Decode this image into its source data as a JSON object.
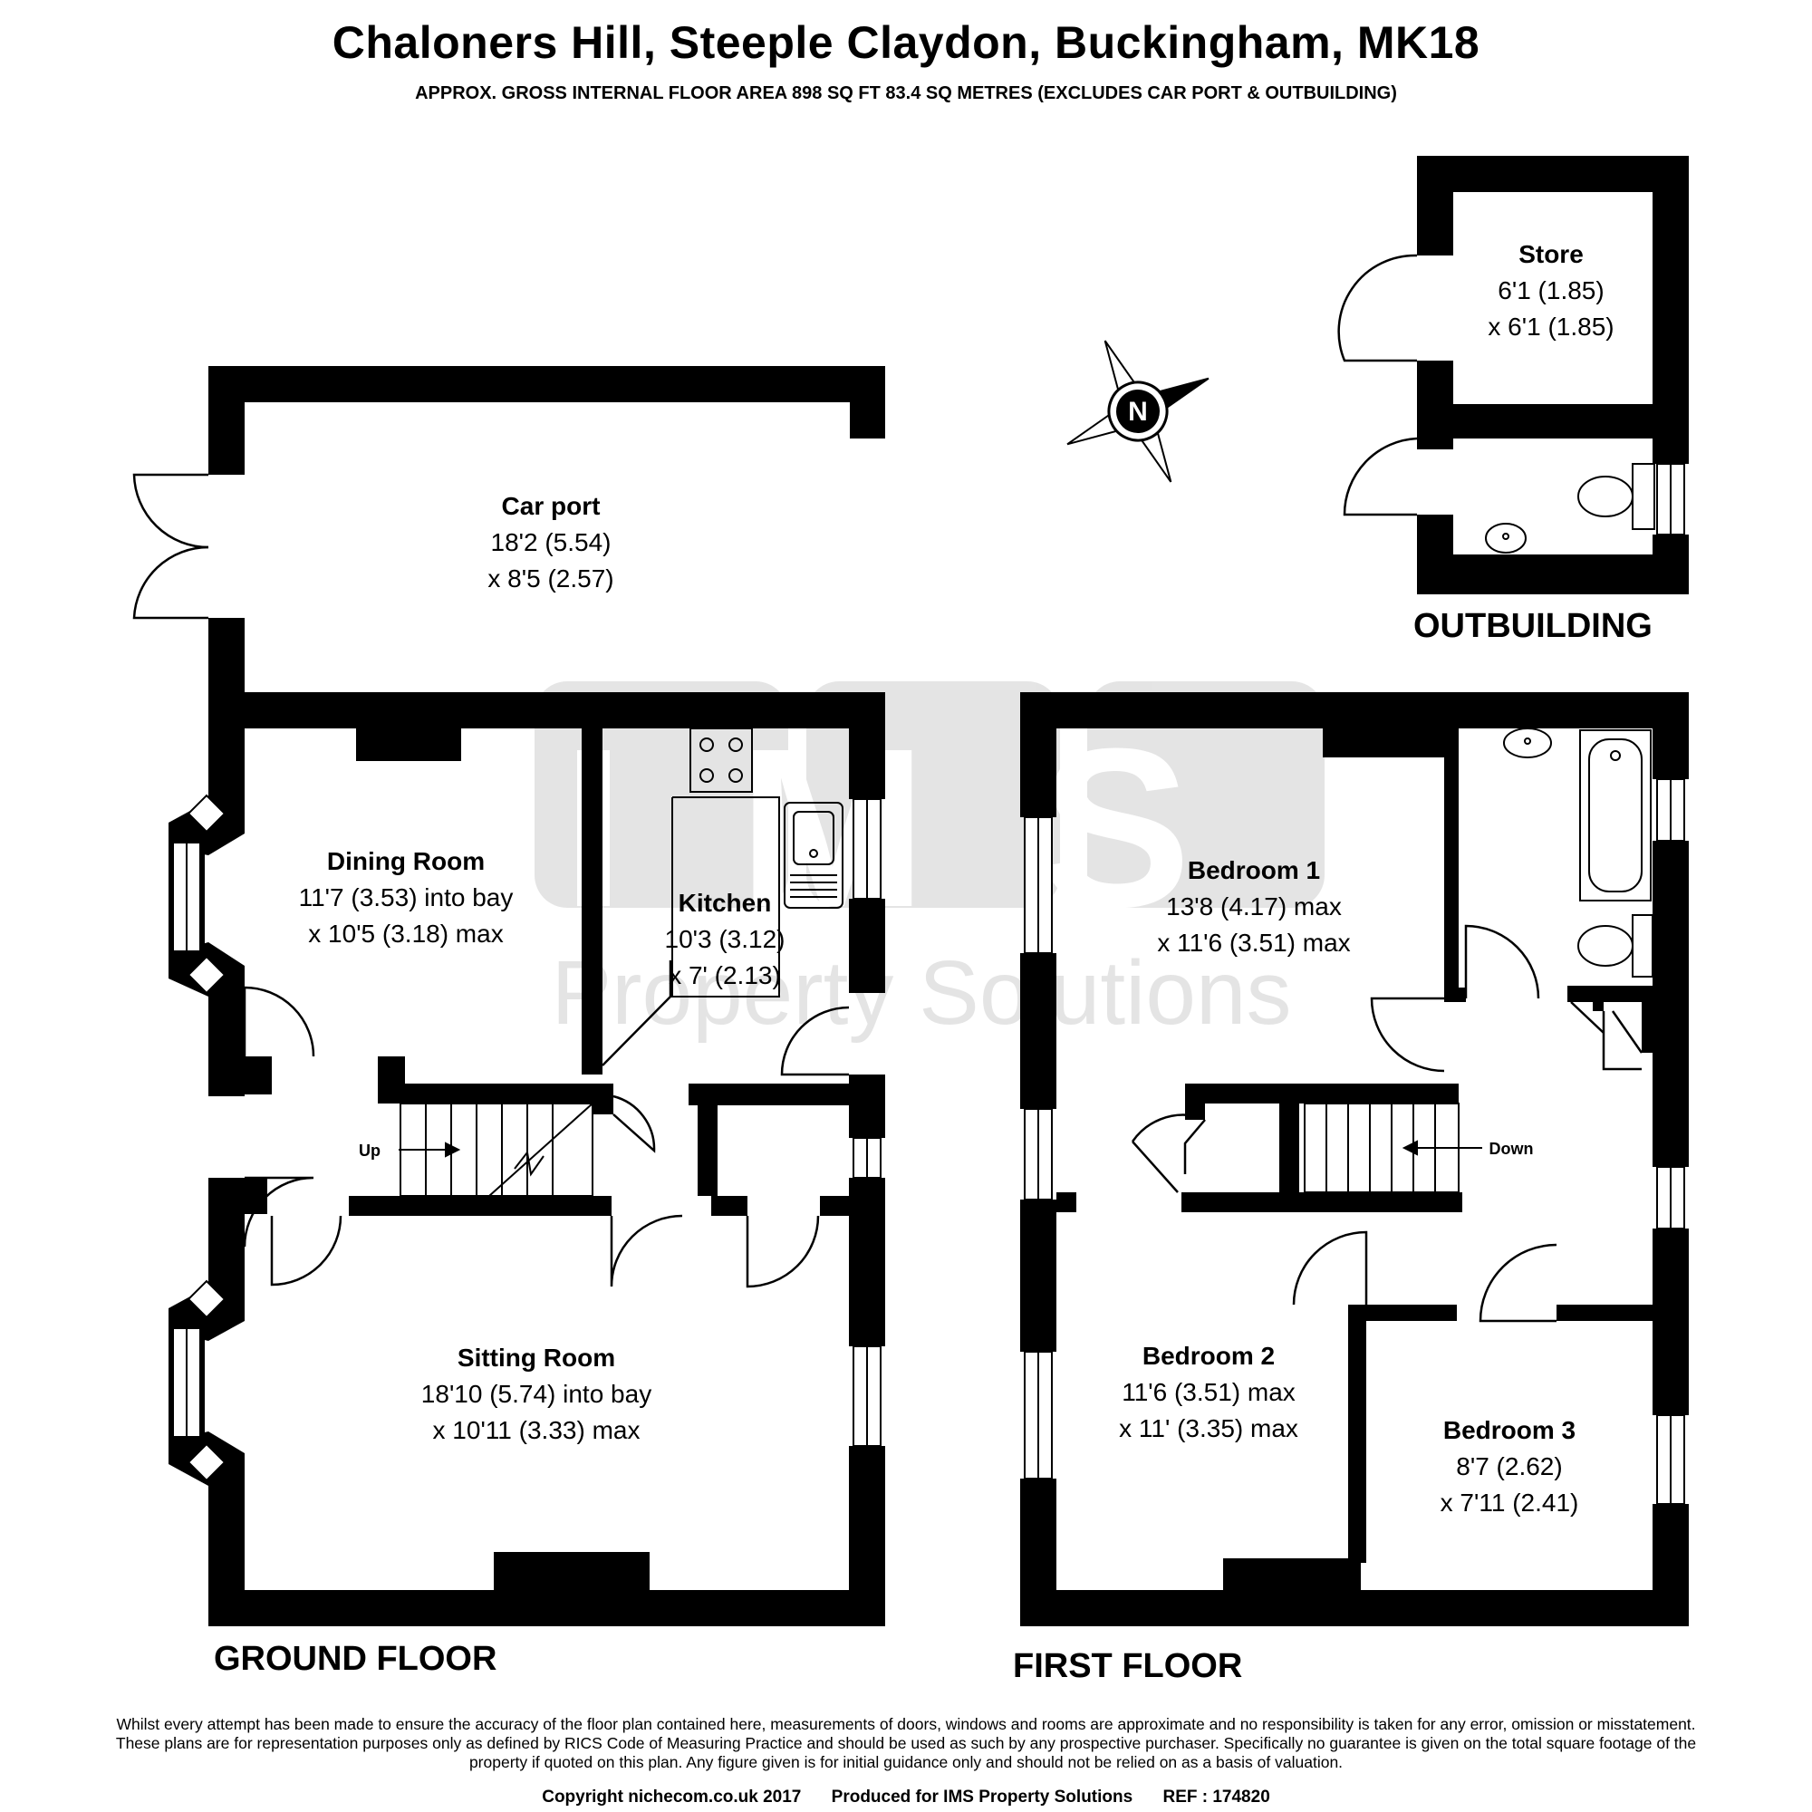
{
  "title": "Chaloners Hill, Steeple Claydon, Buckingham, MK18",
  "subtitle": "APPROX. GROSS INTERNAL FLOOR AREA 898 SQ FT 83.4 SQ METRES (EXCLUDES CAR PORT & OUTBUILDING)",
  "watermark": {
    "logo": "IMS",
    "text": "Property Solutions"
  },
  "floors": {
    "ground": "GROUND FLOOR",
    "first": "FIRST FLOOR",
    "outbuilding": "OUTBUILDING"
  },
  "rooms": {
    "carport": {
      "name": "Car port",
      "dim1": "18'2 (5.54)",
      "dim2": "x 8'5 (2.57)"
    },
    "dining": {
      "name": "Dining Room",
      "dim1": "11'7 (3.53) into bay",
      "dim2": "x 10'5 (3.18) max"
    },
    "kitchen": {
      "name": "Kitchen",
      "dim1": "10'3 (3.12)",
      "dim2": "x 7' (2.13)"
    },
    "sitting": {
      "name": "Sitting Room",
      "dim1": "18'10 (5.74) into bay",
      "dim2": "x 10'11 (3.33) max"
    },
    "bedroom1": {
      "name": "Bedroom 1",
      "dim1": "13'8 (4.17) max",
      "dim2": "x 11'6 (3.51) max"
    },
    "bedroom2": {
      "name": "Bedroom 2",
      "dim1": "11'6 (3.51) max",
      "dim2": "x 11' (3.35) max"
    },
    "bedroom3": {
      "name": "Bedroom 3",
      "dim1": "8'7 (2.62)",
      "dim2": "x 7'11 (2.41)"
    },
    "store": {
      "name": "Store",
      "dim1": "6'1 (1.85)",
      "dim2": "x 6'1 (1.85)"
    }
  },
  "stairs": {
    "up": "Up",
    "down": "Down"
  },
  "compass": {
    "letter": "N"
  },
  "disclaimer": "Whilst every attempt has been made to ensure the accuracy of the floor plan contained here, measurements of doors, windows and rooms are approximate and no responsibility is taken for any error, omission or misstatement. These plans are for representation purposes only as defined by RICS Code of Measuring Practice and should be used as such by any prospective purchaser. Specifically no guarantee is given on the total square footage of the property if quoted on this plan. Any figure given is for initial guidance only and should not be relied on as a basis of valuation.",
  "footer": {
    "copyright": "Copyright nichecom.co.uk 2017",
    "produced": "Produced for IMS Property Solutions",
    "ref": "REF : 174820"
  }
}
